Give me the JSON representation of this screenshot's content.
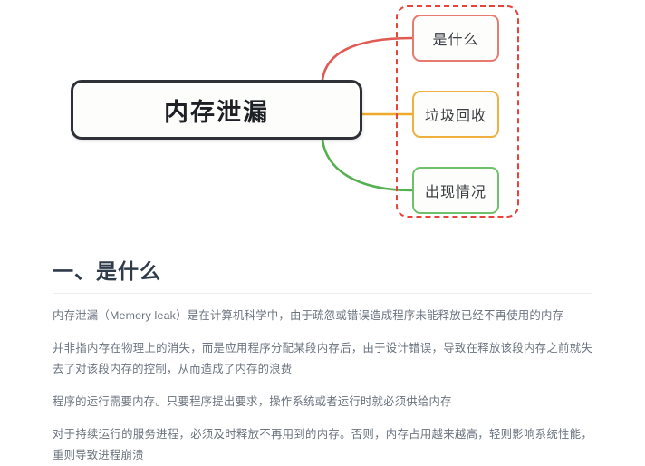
{
  "mindmap": {
    "root": {
      "label": "内存泄漏"
    },
    "branches": [
      {
        "label": "是什么",
        "color": "#e87a72",
        "connector": "curve-up"
      },
      {
        "label": "垃圾回收",
        "color": "#efb040",
        "connector": "straight"
      },
      {
        "label": "出现情况",
        "color": "#6ec06b",
        "connector": "curve-down"
      }
    ],
    "group_outline": {
      "style": "dashed",
      "color": "#e8423a"
    }
  },
  "article": {
    "heading": "一、是什么",
    "paragraphs": [
      "内存泄漏（Memory leak）是在计算机科学中，由于疏忽或错误造成程序未能释放已经不再使用的内存",
      "并非指内存在物理上的消失，而是应用程序分配某段内存后，由于设计错误，导致在释放该段内存之前就失去了对该段内存的控制，从而造成了内存的浪费",
      "程序的运行需要内存。只要程序提出要求，操作系统或者运行时就必须供给内存",
      "对于持续运行的服务进程，必须及时释放不再用到的内存。否则，内存占用越来越高，轻则影响系统性能，重则导致进程崩溃"
    ]
  }
}
